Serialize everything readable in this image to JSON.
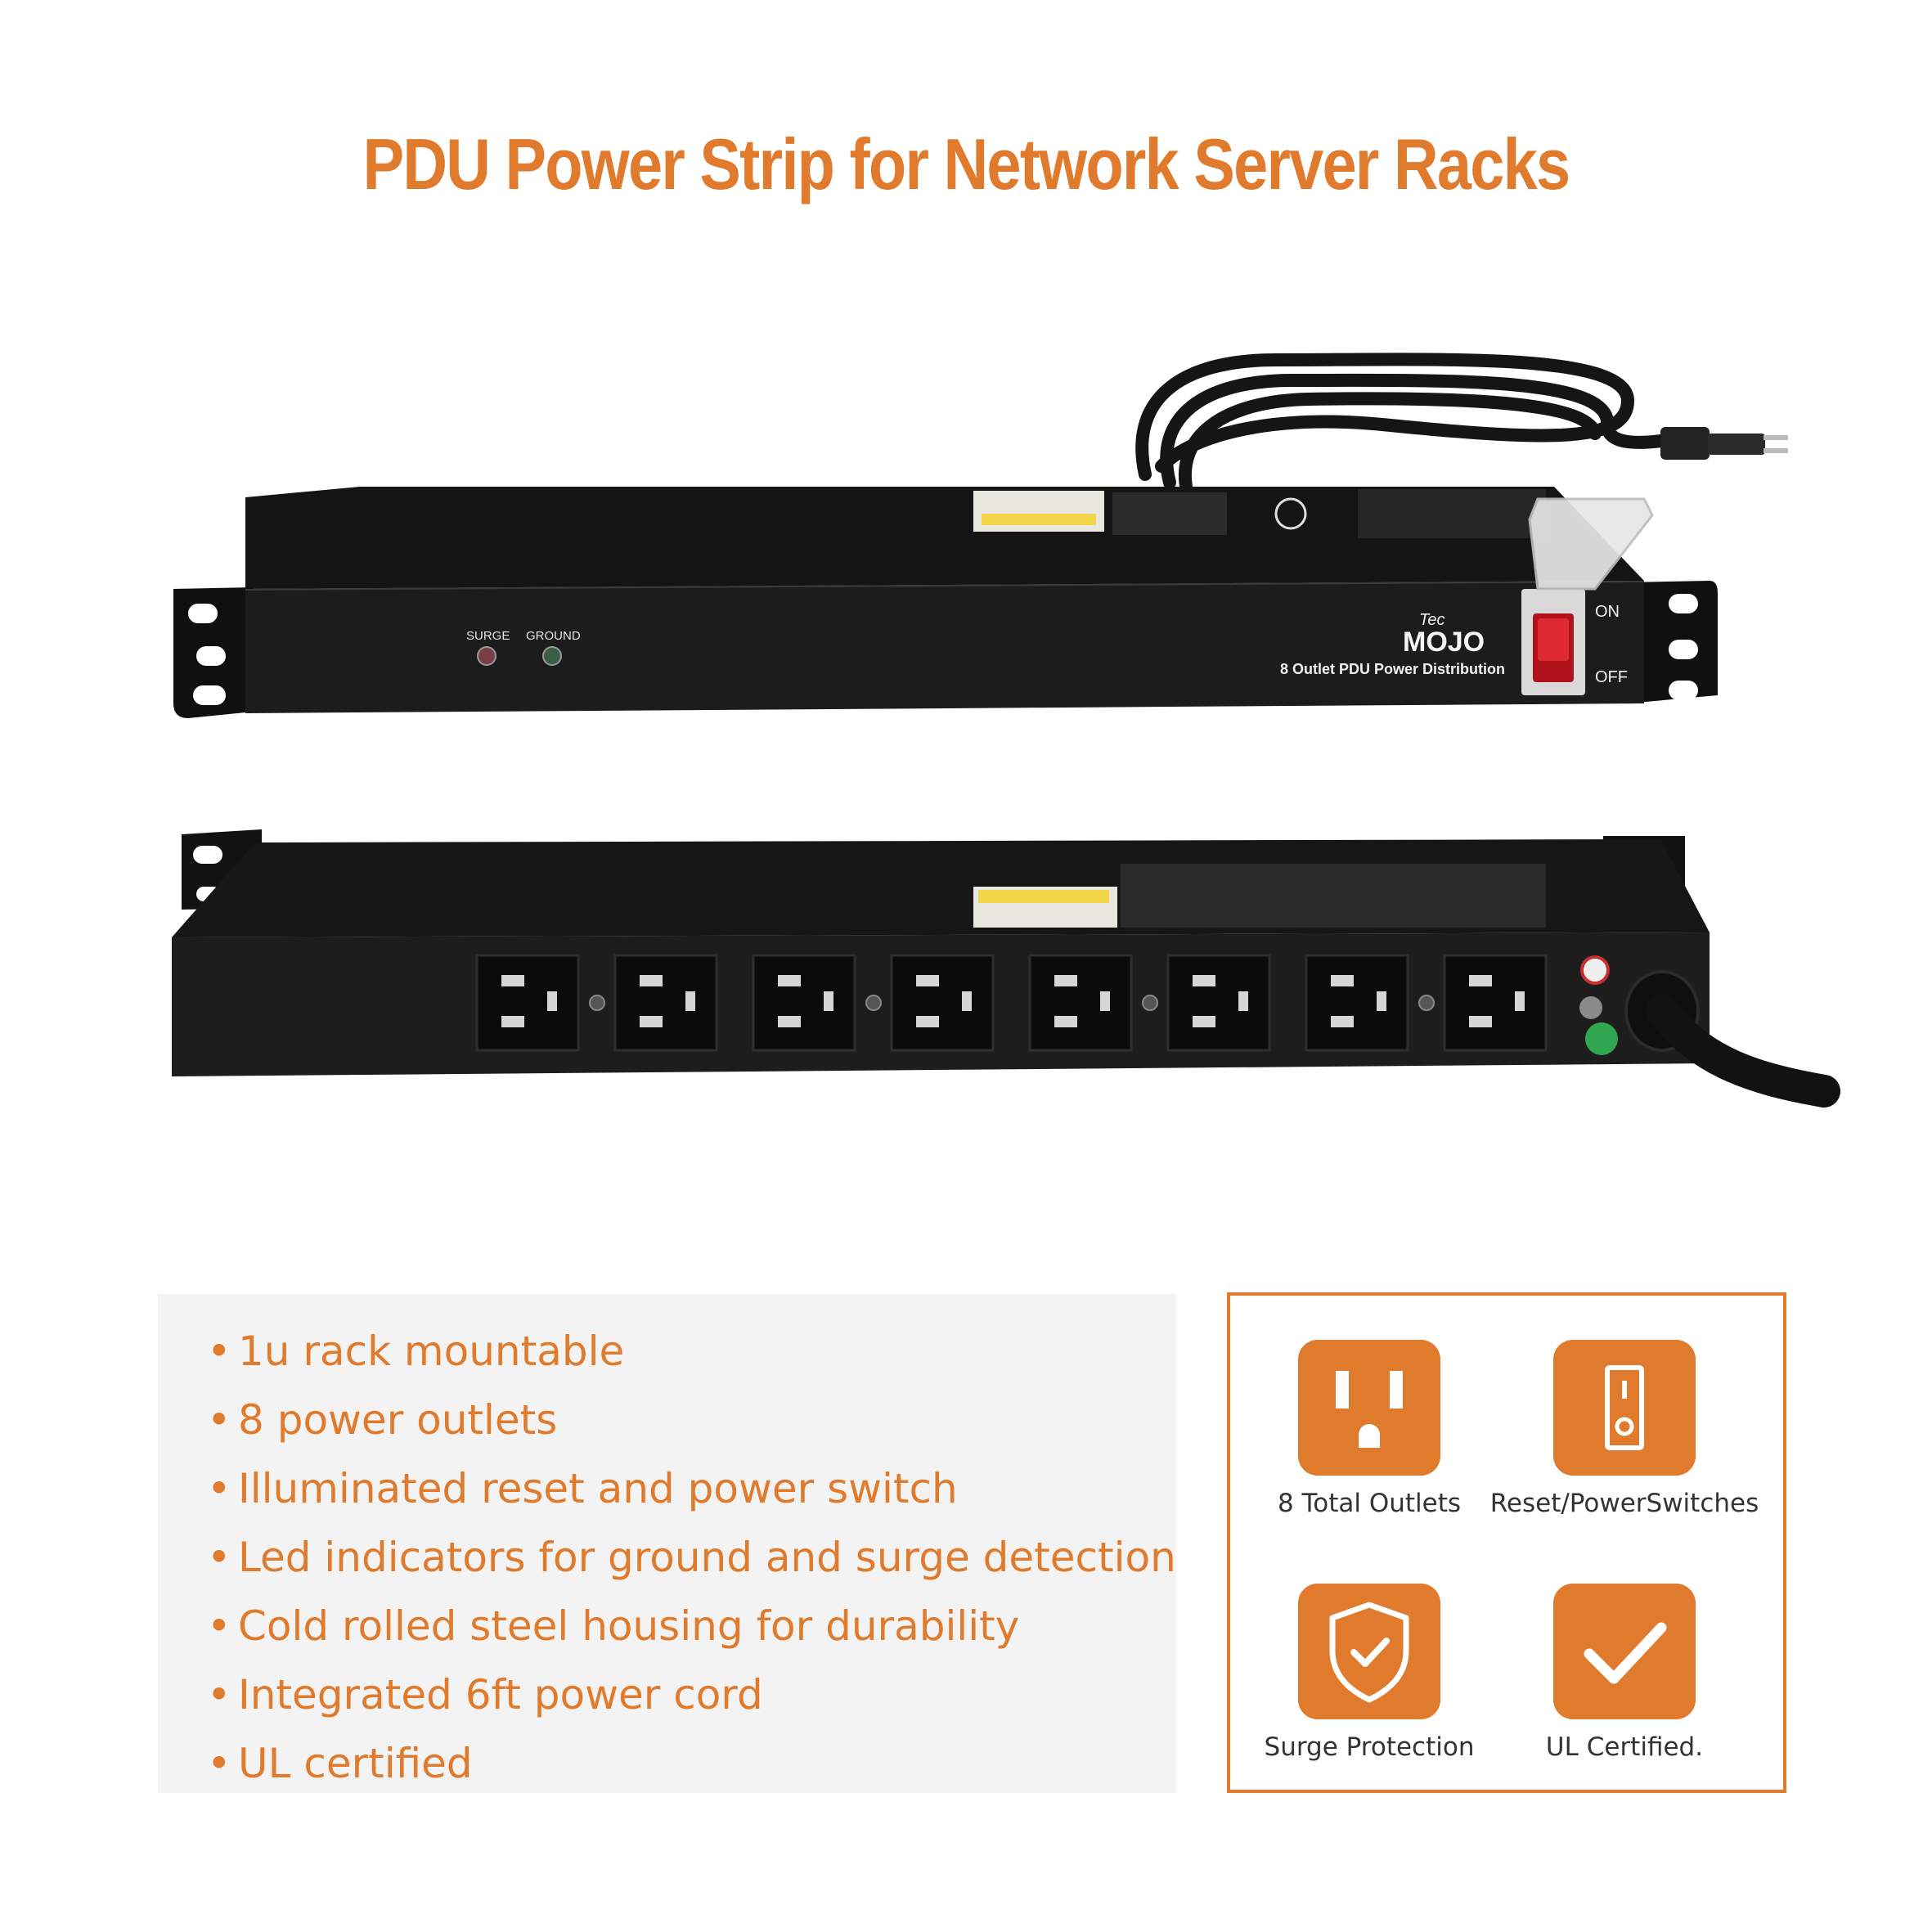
{
  "title": "PDU Power Strip for Network Server Racks",
  "front_panel": {
    "indicator_surge": "SURGE",
    "indicator_ground": "GROUND",
    "brand_small": "Tec",
    "brand": "MOJO",
    "model": "8 Outlet PDU Power Distribution",
    "switch_on": "ON",
    "switch_off": "OFF"
  },
  "features": {
    "bullet": "•",
    "items": [
      "1u rack mountable",
      "8 power outlets",
      "Illuminated reset and power switch",
      "Led indicators for ground and surge detection",
      "Cold rolled steel housing for durability",
      "Integrated 6ft power cord",
      "UL certified"
    ]
  },
  "icons": {
    "outlets": {
      "icon": "outlet-icon",
      "label": "8 Total Outlets"
    },
    "switch": {
      "icon": "switch-icon",
      "label": "Reset/PowerSwitches"
    },
    "surge": {
      "icon": "shield-check-icon",
      "label": "Surge Protection"
    },
    "ul": {
      "icon": "checkmark-icon",
      "label": "UL Certified."
    }
  },
  "colors": {
    "accent": "#e07a2c",
    "unit_body": "#1c1c1c",
    "switch_red": "#d4202a",
    "ground_led": "#3aa55a"
  }
}
